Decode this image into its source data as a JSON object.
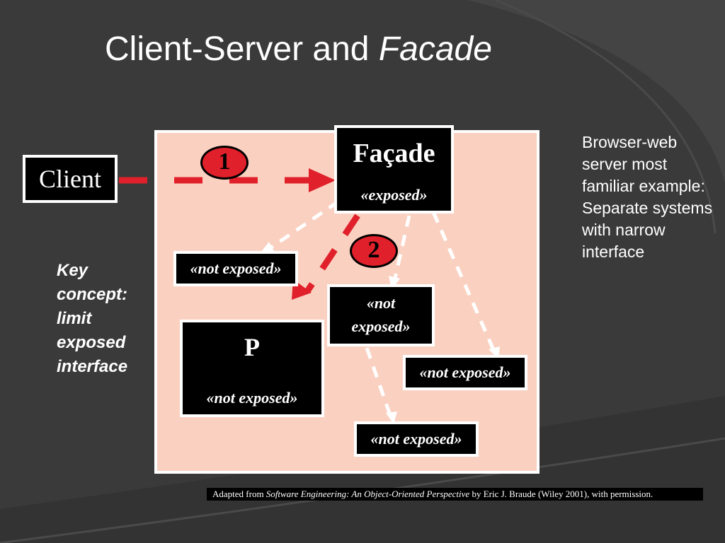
{
  "title": {
    "main": "Client-Server and ",
    "italic": "Facade"
  },
  "diagram": {
    "client": "Client",
    "facade": {
      "label": "Façade",
      "stereotype": "«exposed»"
    },
    "not_exposed_1": "«not exposed»",
    "not_exposed_2": {
      "line1": "«not",
      "line2": "exposed»"
    },
    "p_box": {
      "label": "P",
      "stereotype": "«not exposed»"
    },
    "not_exposed_3": "«not exposed»",
    "not_exposed_4": "«not exposed»",
    "badge_1": "1",
    "badge_2": "2"
  },
  "key_concept": {
    "line1": "Key",
    "line2": "concept:",
    "line3": "limit",
    "line4": "exposed",
    "line5": "interface"
  },
  "side_note": "Browser-web server most familiar example: Separate systems with narrow interface",
  "caption": {
    "prefix": "Adapted from ",
    "book": "Software Engineering: An Object-Oriented Perspective",
    "suffix": " by Eric J. Braude (Wiley 2001), with permission."
  },
  "colors": {
    "background": "#3a3a3a",
    "panel": "#fad0c0",
    "arrow_red": "#e0202a",
    "arrow_white": "#ffffff"
  }
}
